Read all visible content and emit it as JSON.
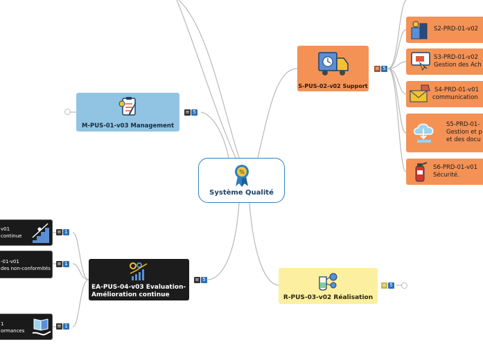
{
  "center": {
    "label": "Système Qualité",
    "icon": "award-ribbon-icon"
  },
  "management": {
    "label": "M-PUS-01-v03 Management",
    "icon": "clipboard-gears-icon",
    "badge_count": "5"
  },
  "support": {
    "label": "S-PUS-02-v02 Support",
    "icon": "delivery-truck-clock-icon",
    "badge_count": "5"
  },
  "realisation": {
    "label": "R-PUS-03-v02 Réalisation",
    "icon": "flask-gears-icon",
    "badge_count": "5"
  },
  "evaluation": {
    "label_line1": "EA-PUS-04-v03 Evaluation-",
    "label_line2": "Amélioration continue",
    "icon": "growth-chart-gears-icon",
    "badge_count": "5"
  },
  "support_children": [
    {
      "line1": "S2-PRD-01-v02",
      "line2": "",
      "icon": "worker-building-icon"
    },
    {
      "line1": "S3-PRD-01-v02",
      "line2": "Gestion des Ach",
      "icon": "shopping-screen-icon"
    },
    {
      "line1": "S4-PRD-01-v01",
      "line2": "communication",
      "icon": "megaphone-mail-icon"
    },
    {
      "line1": "S5-PRD-01-",
      "line2": "Gestion et p",
      "line3": "et des docu",
      "icon": "cloud-download-icon"
    },
    {
      "line1": "S6-PRD-01-v01",
      "line2": "Sécurité.",
      "icon": "fire-extinguisher-icon"
    }
  ],
  "eval_children": [
    {
      "line1": "v01",
      "line2": "continue",
      "icon": "stairs-growth-icon",
      "badge_count": "1"
    },
    {
      "line1": "-01-v01",
      "line2": "des non-conformités",
      "icon": "",
      "badge_count": "1"
    },
    {
      "line1": "1",
      "line2": "ormances",
      "icon": "open-book-hand-icon",
      "badge_count": "1"
    }
  ],
  "colors": {
    "center_border": "#2a7fc1",
    "management": "#91c4e3",
    "support": "#f49256",
    "realisation": "#fcf0a0",
    "evaluation": "#1c1c1c",
    "link": "#b8b8b8"
  }
}
